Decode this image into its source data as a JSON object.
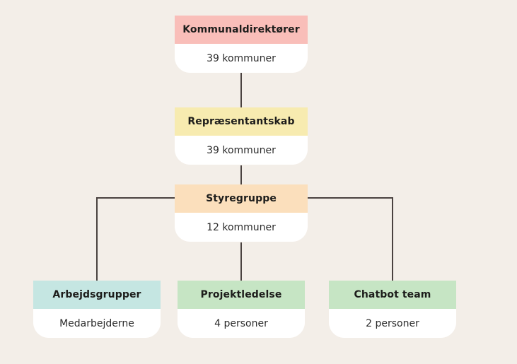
{
  "theme": {
    "background": "#F3EEE8",
    "line_color": "#4a4240",
    "body_background": "#FFFFFF",
    "title_text_color": "#1D1D1B",
    "body_text_color": "#2B2B2B"
  },
  "chart": {
    "type": "org-chart",
    "nodes": [
      {
        "id": "kommunaldirektorer",
        "title": "Kommunaldirektører",
        "subtitle": "39 kommuner",
        "color": "#F9BEB9",
        "level": 1
      },
      {
        "id": "repraesentantskab",
        "title": "Repræsentantskab",
        "subtitle": "39 kommuner",
        "color": "#F7EBB0",
        "level": 2
      },
      {
        "id": "styregruppe",
        "title": "Styregruppe",
        "subtitle": "12 kommuner",
        "color": "#FBDFBC",
        "level": 3
      },
      {
        "id": "arbejdsgrupper",
        "title": "Arbejdsgrupper",
        "subtitle": "Medarbejderne",
        "color": "#C5E6E2",
        "level": 4
      },
      {
        "id": "projektledelse",
        "title": "Projektledelse",
        "subtitle": "4 personer",
        "color": "#C6E5C4",
        "level": 4
      },
      {
        "id": "chatbot_team",
        "title": "Chatbot team",
        "subtitle": "2 personer",
        "color": "#C6E5C4",
        "level": 4
      }
    ],
    "edges": [
      {
        "from": "kommunaldirektorer",
        "to": "repraesentantskab"
      },
      {
        "from": "repraesentantskab",
        "to": "styregruppe"
      },
      {
        "from": "styregruppe",
        "to": "arbejdsgrupper"
      },
      {
        "from": "styregruppe",
        "to": "projektledelse"
      },
      {
        "from": "styregruppe",
        "to": "chatbot_team"
      }
    ]
  }
}
